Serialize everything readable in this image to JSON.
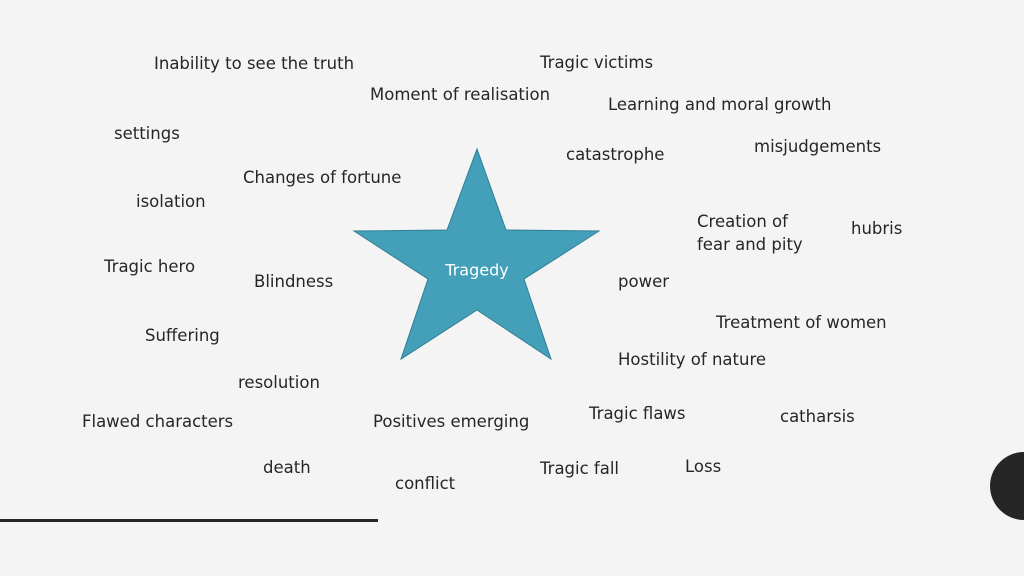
{
  "center": {
    "label": "Tragedy"
  },
  "words": [
    {
      "name": "word-inability-to-see-the-truth",
      "text": "Inability to see the truth"
    },
    {
      "name": "word-tragic-victims",
      "text": "Tragic victims"
    },
    {
      "name": "word-moment-of-realisation",
      "text": "Moment of realisation"
    },
    {
      "name": "word-learning-and-moral-growth",
      "text": "Learning and moral growth"
    },
    {
      "name": "word-settings",
      "text": "settings"
    },
    {
      "name": "word-misjudgements",
      "text": "misjudgements"
    },
    {
      "name": "word-catastrophe",
      "text": "catastrophe"
    },
    {
      "name": "word-changes-of-fortune",
      "text": "Changes of fortune"
    },
    {
      "name": "word-isolation",
      "text": "isolation"
    },
    {
      "name": "word-creation-of-fear-and-pity-line1",
      "text": "Creation of"
    },
    {
      "name": "word-creation-of-fear-and-pity-line2",
      "text": "fear and pity"
    },
    {
      "name": "word-hubris",
      "text": "hubris"
    },
    {
      "name": "word-tragic-hero",
      "text": "Tragic hero"
    },
    {
      "name": "word-blindness",
      "text": "Blindness"
    },
    {
      "name": "word-power",
      "text": "power"
    },
    {
      "name": "word-treatment-of-women",
      "text": "Treatment of women"
    },
    {
      "name": "word-suffering",
      "text": "Suffering"
    },
    {
      "name": "word-hostility-of-nature",
      "text": "Hostility of nature"
    },
    {
      "name": "word-resolution",
      "text": "resolution"
    },
    {
      "name": "word-tragic-flaws",
      "text": "Tragic flaws"
    },
    {
      "name": "word-catharsis",
      "text": "catharsis"
    },
    {
      "name": "word-flawed-characters",
      "text": "Flawed characters"
    },
    {
      "name": "word-positives-emerging",
      "text": "Positives emerging"
    },
    {
      "name": "word-death",
      "text": "death"
    },
    {
      "name": "word-tragic-fall",
      "text": "Tragic fall"
    },
    {
      "name": "word-loss",
      "text": "Loss"
    },
    {
      "name": "word-conflict",
      "text": "conflict"
    }
  ],
  "colors": {
    "background": "#f4f4f4",
    "star_fill": "#449fb9",
    "star_stroke": "#2f7f96",
    "text": "#262626",
    "center_text": "#ffffff"
  }
}
